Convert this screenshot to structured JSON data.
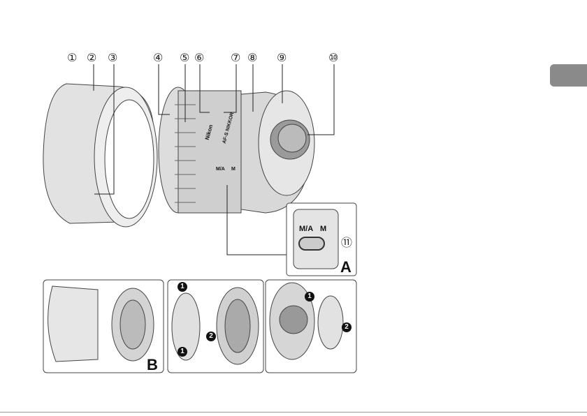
{
  "callouts": [
    "①",
    "②",
    "③",
    "④",
    "⑤",
    "⑥",
    "⑦",
    "⑧",
    "⑨",
    "⑩",
    "⑪"
  ],
  "lens_text": {
    "brand": "Nikon",
    "model": "AF-S NIKKOR"
  },
  "switch": {
    "ma": "M/A",
    "m": "M"
  },
  "insets": {
    "a": "A",
    "b": "B"
  },
  "steps": {
    "one": "1",
    "two": "2"
  }
}
